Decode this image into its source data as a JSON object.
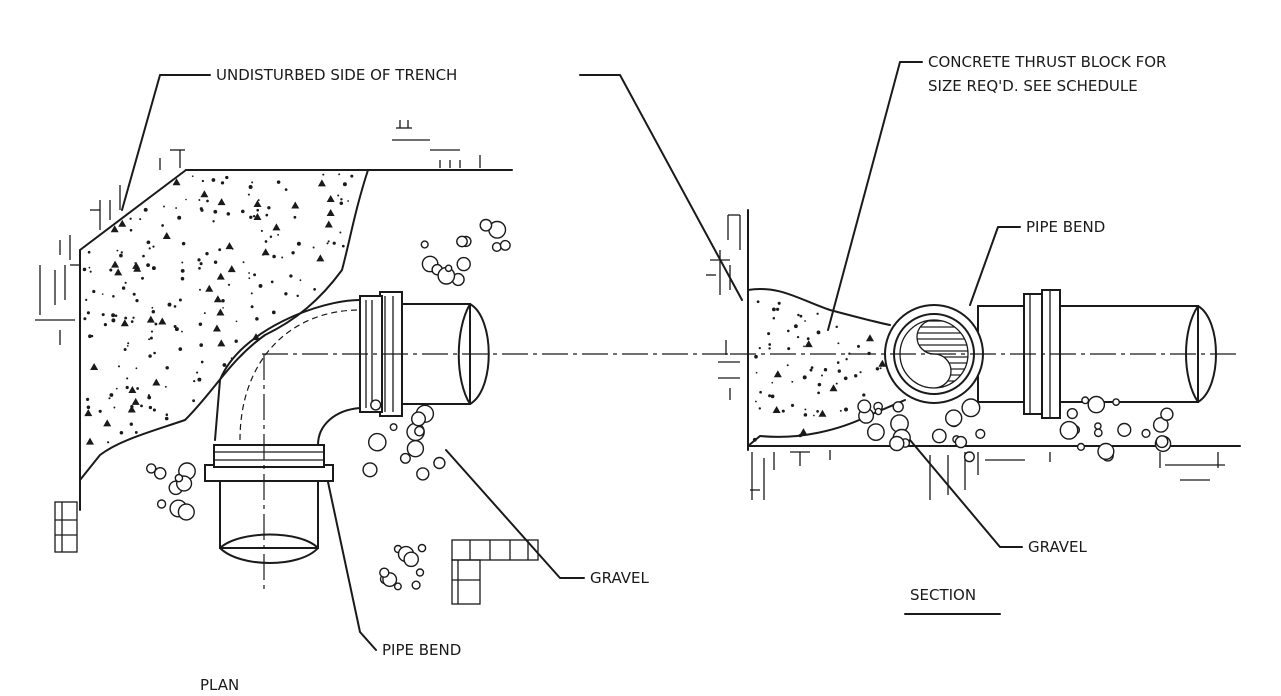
{
  "labels": {
    "undisturbed": "UNDISTURBED SIDE OF TRENCH",
    "thrust_block_line1": "CONCRETE THRUST BLOCK FOR",
    "thrust_block_line2": "SIZE REQ'D. SEE SCHEDULE",
    "pipe_bend_section": "PIPE BEND",
    "pipe_bend_plan": "PIPE BEND",
    "gravel_plan": "GRAVEL",
    "gravel_section": "GRAVEL",
    "section_title": "SECTION",
    "plan_title": "PLAN"
  }
}
